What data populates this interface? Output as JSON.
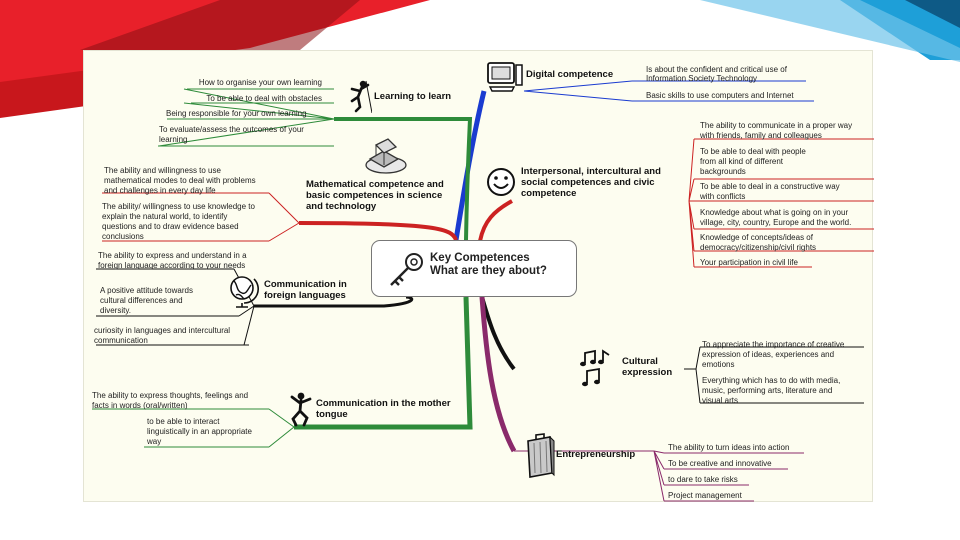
{
  "center": {
    "line1": "Key Competences",
    "line2": "What are they about?"
  },
  "branches": {
    "learning": {
      "title": "Learning to learn",
      "items": [
        "How to organise your own learning",
        "To be able to deal with obstacles",
        "Being responsible for your own learning",
        "To evaluate/assess the outcomes of your",
        "learning"
      ]
    },
    "math": {
      "title": [
        "Mathematical competence and",
        "basic competences in science",
        "and technology"
      ],
      "items": [
        "The ability and willingness to use",
        "mathematical modes to deal with problems",
        "and challenges in every day life",
        "The ability/ willingness to use knowledge to",
        "explain the natural world, to identify",
        "questions  and to draw evidence based",
        "conclusions"
      ]
    },
    "foreign": {
      "title": [
        "Communication in",
        "foreign languages"
      ],
      "items": [
        "The ability to express and understand in a",
        "foreign language according to your needs",
        "A positive attitude towards",
        "cultural differences and",
        "diversity.",
        "curiosity in languages and intercultural",
        "communication"
      ]
    },
    "mother": {
      "title": [
        "Communication in the mother",
        "tongue"
      ],
      "items": [
        "The ability to express thoughts, feelings and",
        "facts in words (oral/written)",
        "to be able to interact",
        "linguistically in an appropriate",
        "way"
      ]
    },
    "digital": {
      "title": "Digital competence",
      "items": [
        "Is about the confident and critical use of",
        "Information Society Technology",
        "Basic skills to use computers and Internet"
      ]
    },
    "social": {
      "title": [
        "Interpersonal, intercultural and",
        "social competences and civic",
        "competence"
      ],
      "items": [
        "The ability to communicate in a proper way",
        "with friends, family and colleagues",
        "To be able to deal with people",
        "from all kind of different",
        "backgrounds",
        "To be able to deal in a constructive way",
        "with conflicts",
        "Knowledge about what is going on in your",
        "village, city, country, Europe and the world.",
        "Knowledge of concepts/ideas of",
        "democracy/citizenship/civil rights",
        "Your participation in civil life"
      ]
    },
    "cultural": {
      "title": [
        "Cultural",
        "expression"
      ],
      "items": [
        "To appreciate the importance of creative",
        "expression of ideas, experiences and",
        "emotions",
        "Everything which has to do with media,",
        "music, performing arts, literature and",
        "visual arts"
      ]
    },
    "entrepreneurship": {
      "title": "Entrepreneurship",
      "items": [
        "The ability to turn ideas into action",
        "To be creative and innovative",
        "to dare to take risks",
        "Project management"
      ]
    }
  },
  "colors": {
    "learning": "#2e8b3a",
    "math": "#cc2222",
    "foreign": "#111111",
    "mother": "#2e8b3a",
    "digital": "#1a3bd0",
    "social": "#cc2222",
    "cultural": "#111111",
    "entrepreneurship": "#8a2a6a",
    "slide_accent": "#e8202a",
    "slide_teal": "#1e9fd8"
  },
  "icons": [
    "climber-icon",
    "blocks-icon",
    "globe-icon",
    "jumping-person-icon",
    "computer-icon",
    "smiley-icon",
    "music-notes-icon",
    "briefcase-icon",
    "key-icon"
  ]
}
